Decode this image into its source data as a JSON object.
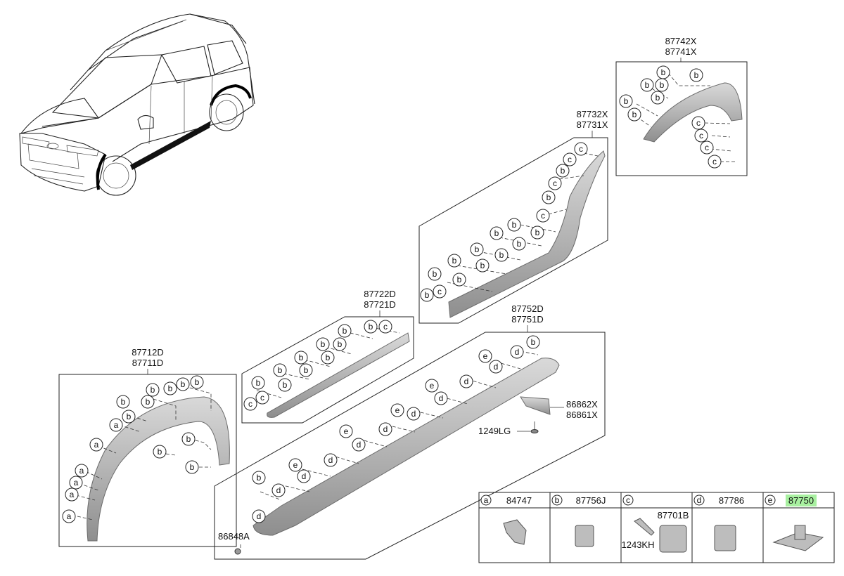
{
  "labels": {
    "p87742X": "87742X",
    "p87741X": "87741X",
    "p87732X": "87732X",
    "p87731X": "87731X",
    "p87722D": "87722D",
    "p87721D": "87721D",
    "p87752D": "87752D",
    "p87751D": "87751D",
    "p87712D": "87712D",
    "p87711D": "87711D",
    "p86862X": "86862X",
    "p86861X": "86861X",
    "p1249LG": "1249LG",
    "p86848A": "86848A"
  },
  "legend": {
    "cells": [
      {
        "letter": "a",
        "part": "84747"
      },
      {
        "letter": "b",
        "part": "87756J"
      },
      {
        "letter": "c",
        "part": ""
      },
      {
        "letter": "d",
        "part": "87786"
      },
      {
        "letter": "e",
        "part": "87750",
        "highlight": "#a8f0a0"
      }
    ],
    "c_sub1": "87701B",
    "c_sub2": "1243KH"
  },
  "callout_letters": {
    "a": "a",
    "b": "b",
    "c": "c",
    "d": "d",
    "e": "e"
  }
}
